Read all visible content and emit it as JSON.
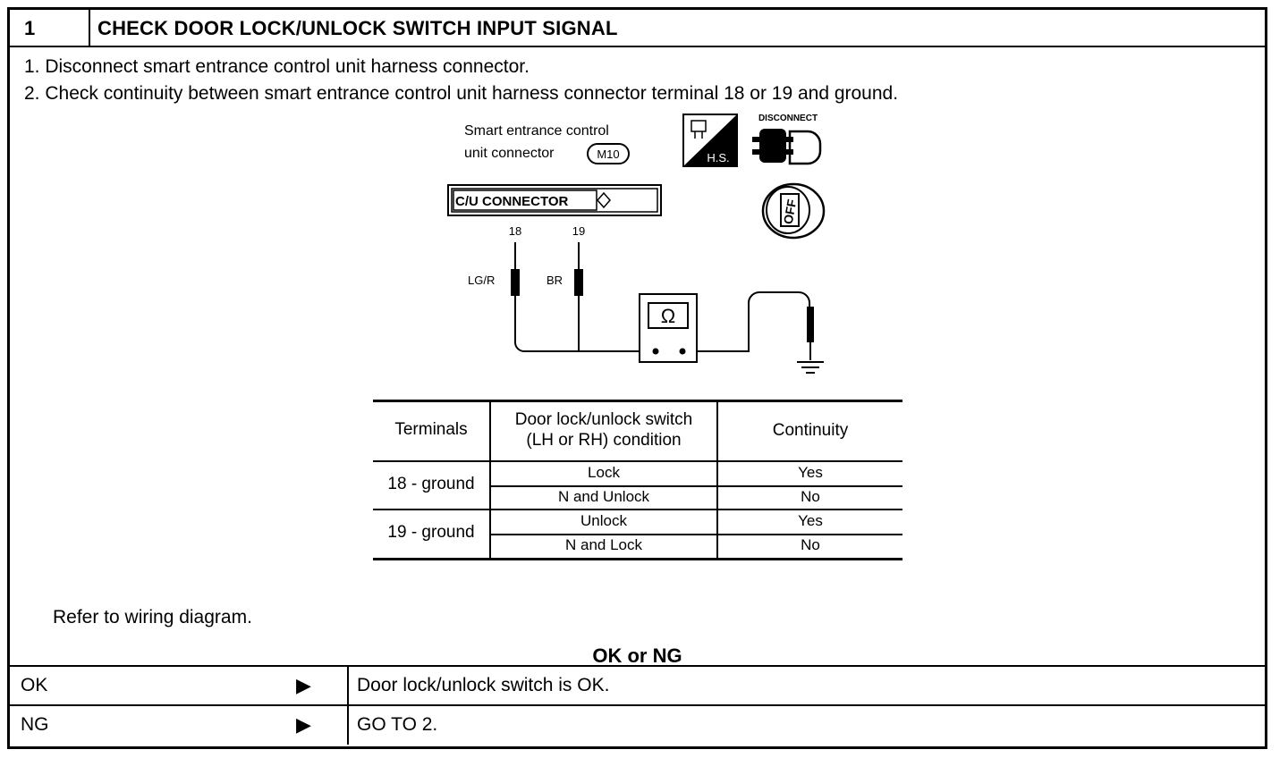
{
  "step": {
    "number": "1",
    "title": "CHECK DOOR LOCK/UNLOCK SWITCH INPUT SIGNAL"
  },
  "instructions": [
    "1.  Disconnect smart entrance control unit harness connector.",
    "2.  Check continuity between smart entrance control unit harness connector terminal 18 or 19 and ground."
  ],
  "diagram": {
    "connector_label_line1": "Smart entrance control",
    "connector_label_line2": "unit connector",
    "connector_id": "M10",
    "cu_connector": "C/U CONNECTOR",
    "hs_label": "H.S.",
    "disconnect_label": "DISCONNECT",
    "off_label": "OFF",
    "terminal_a": "18",
    "terminal_b": "19",
    "wire_a": "LG/R",
    "wire_b": "BR",
    "ohm_symbol": "Ω"
  },
  "table": {
    "headers": [
      "Terminals",
      "Door lock/unlock switch",
      "(LH or RH) condition",
      "Continuity"
    ],
    "groups": [
      {
        "terminal": "18 - ground",
        "rows": [
          {
            "condition": "Lock",
            "continuity": "Yes"
          },
          {
            "condition": "N and Unlock",
            "continuity": "No"
          }
        ]
      },
      {
        "terminal": "19 - ground",
        "rows": [
          {
            "condition": "Unlock",
            "continuity": "Yes"
          },
          {
            "condition": "N and Lock",
            "continuity": "No"
          }
        ]
      }
    ]
  },
  "note": "Refer to wiring diagram.",
  "result_heading": "OK or NG",
  "results": [
    {
      "key": "OK",
      "arrow": "▶",
      "value": "Door lock/unlock switch is OK."
    },
    {
      "key": "NG",
      "arrow": "▶",
      "value": "GO TO 2."
    }
  ]
}
